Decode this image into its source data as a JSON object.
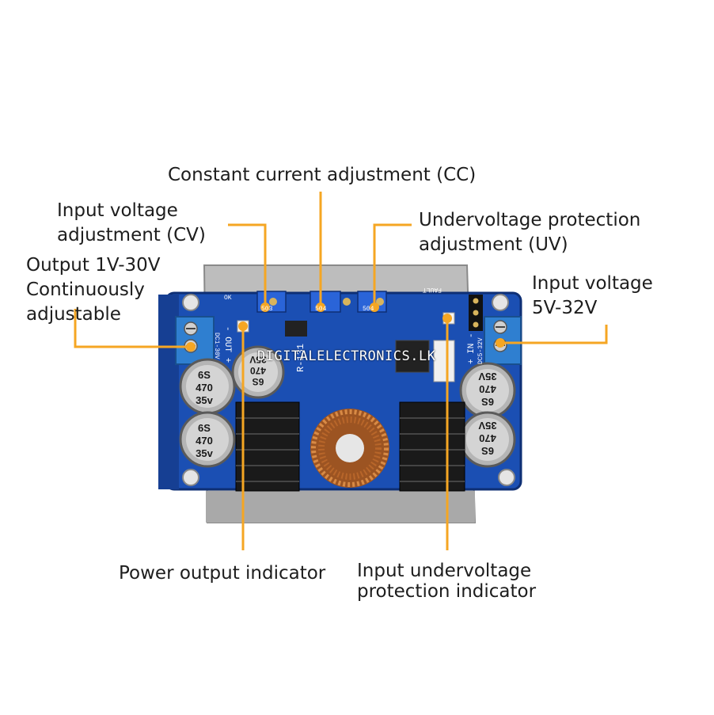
{
  "labels": {
    "cc": "Constant current adjustment (CC)",
    "cv_line1": "Input voltage",
    "cv_line2": "adjustment (CV)",
    "uv_line1": "Undervoltage protection",
    "uv_line2": "adjustment (UV)",
    "out_line1": "Output 1V-30V",
    "out_line2": "Continuously",
    "out_line3": "adjustable",
    "in_line1": "Input voltage",
    "in_line2": "5V-32V",
    "power_indicator": "Power output indicator",
    "uv_ind_line1": "Input undervoltage",
    "uv_ind_line2": "protection  indicator"
  },
  "watermark": "DIGITALELECTRONICS.LK",
  "board": {
    "model": "R-131",
    "out_marking": "- OUT +",
    "out_sub": "DC1-30V",
    "in_marking": "+ IN -",
    "in_sub": "DC5-32V",
    "fault": "FAULT",
    "ok": "OK",
    "pot_cc": "504",
    "pot_cv": "503",
    "pot_uv": "504",
    "caps": [
      {
        "l1": "6S",
        "l2": "470",
        "l3": "35v"
      },
      {
        "l1": "6S",
        "l2": "470",
        "l3": "35v"
      },
      {
        "l1": "6S",
        "l2": "470",
        "l3": "35V"
      },
      {
        "l1": "6S",
        "l2": "470",
        "l3": "35V"
      },
      {
        "l1": "6S",
        "l2": "470",
        "l3": "35V"
      }
    ]
  },
  "colors": {
    "callout": "#f5a623",
    "pcb": "#1b4fb3",
    "pcb_dark": "#163f93",
    "terminal": "#2f7fd0",
    "heatsink": "#1a1a1a",
    "coil": "#b8662a"
  }
}
